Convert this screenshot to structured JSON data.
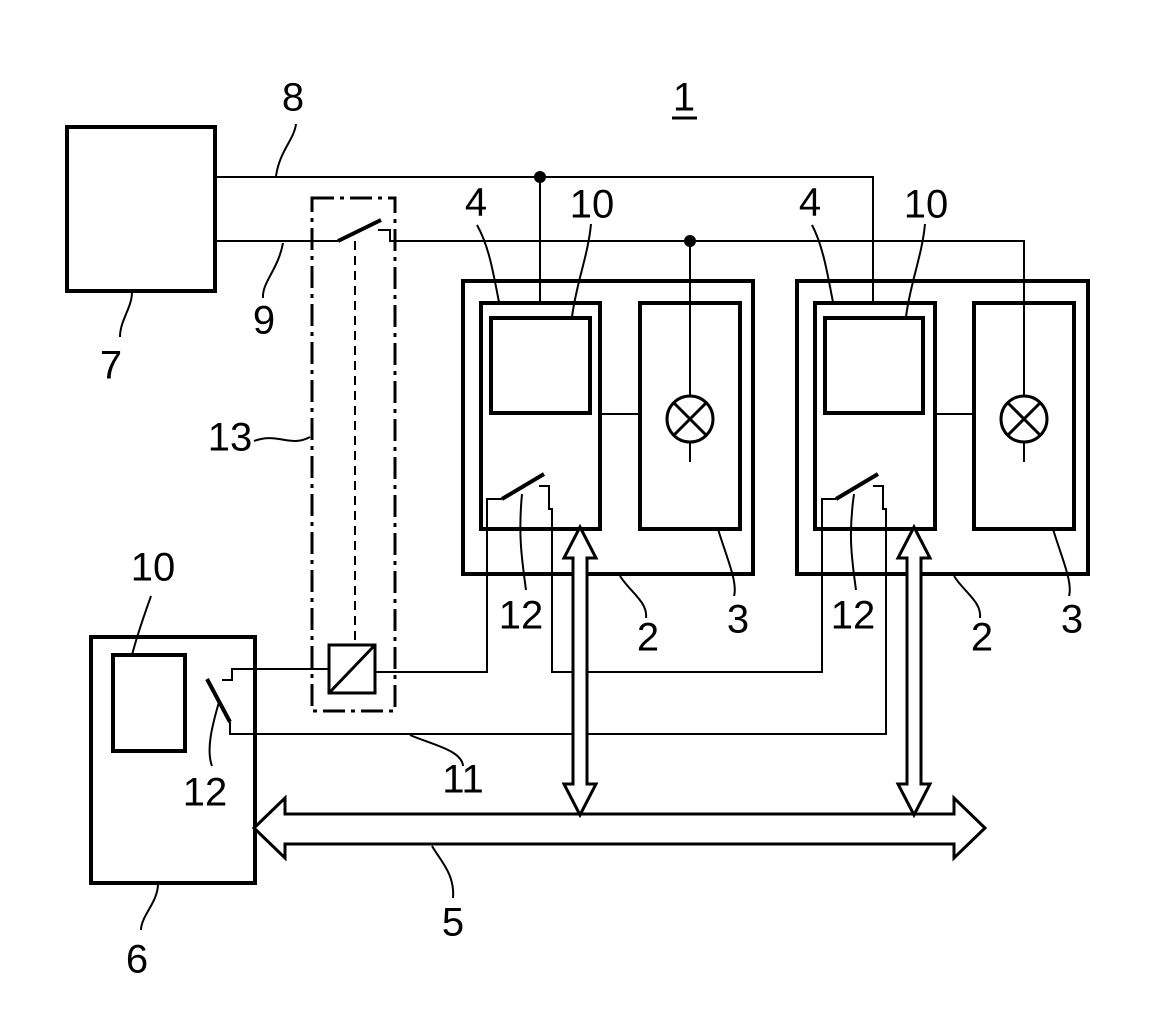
{
  "figure": {
    "title_ref": "1",
    "labels": {
      "power_source": "7",
      "line_upper": "8",
      "line_lower": "9",
      "disconnector_frame": "13",
      "control_unit": "6",
      "control_display": "10",
      "control_switch": "12",
      "signal_line": "11",
      "bus": "5",
      "module_a_controller": "4",
      "module_a_display": "10",
      "module_a_switch": "12",
      "module_a_housing": "2",
      "module_a_lamp_unit": "3",
      "module_b_controller": "4",
      "module_b_display": "10",
      "module_b_switch": "12",
      "module_b_housing": "2",
      "module_b_lamp_unit": "3"
    }
  }
}
